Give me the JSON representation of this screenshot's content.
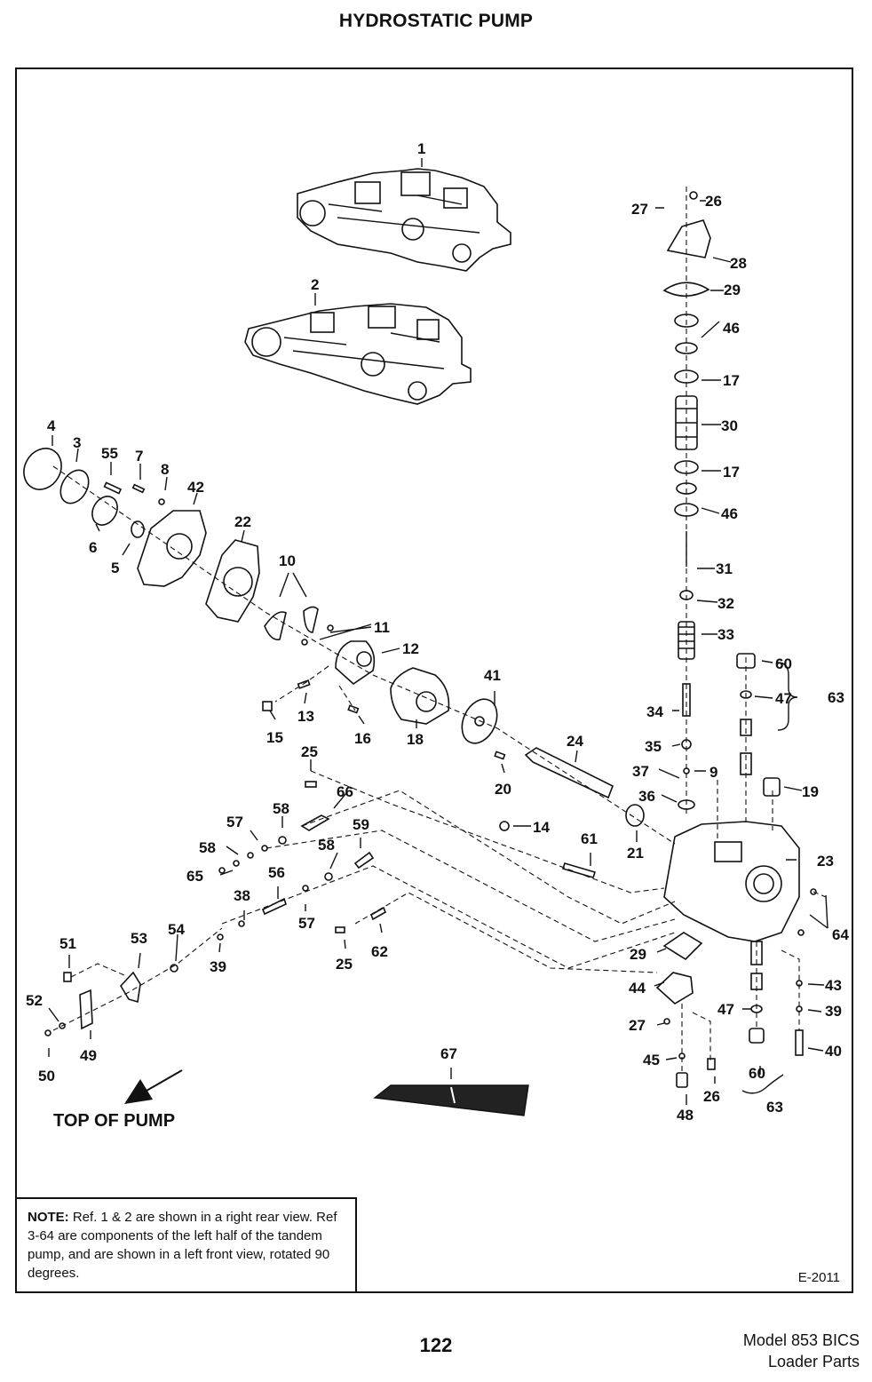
{
  "title": "HYDROSTATIC PUMP",
  "note": {
    "label": "NOTE:",
    "text": "Ref. 1 & 2 are shown in a right rear view.  Ref 3-64 are components of the left half of the tandem pump, and are shown in a left front view, rotated 90 degrees."
  },
  "drawing_code": "E-2011",
  "direction_label": "TOP OF PUMP",
  "page_number": "122",
  "footer": {
    "line1": "Model 853 BICS",
    "line2": "Loader Parts"
  },
  "callouts": {
    "c1": "1",
    "c2": "2",
    "c3": "3",
    "c4": "4",
    "c5": "5",
    "c6": "6",
    "c7": "7",
    "c8": "8",
    "c9": "9",
    "c10": "10",
    "c11": "11",
    "c12": "12",
    "c13": "13",
    "c14": "14",
    "c15": "15",
    "c16": "16",
    "c17a": "17",
    "c17b": "17",
    "c18": "18",
    "c19": "19",
    "c20": "20",
    "c21": "21",
    "c22": "22",
    "c23": "23",
    "c24": "24",
    "c25a": "25",
    "c25b": "25",
    "c26a": "26",
    "c26b": "26",
    "c27a": "27",
    "c27b": "27",
    "c28": "28",
    "c29a": "29",
    "c29b": "29",
    "c30": "30",
    "c31": "31",
    "c32": "32",
    "c33": "33",
    "c34": "34",
    "c35": "35",
    "c36": "36",
    "c37": "37",
    "c38": "38",
    "c39a": "39",
    "c39b": "39",
    "c40": "40",
    "c41": "41",
    "c42": "42",
    "c43": "43",
    "c44": "44",
    "c45": "45",
    "c46a": "46",
    "c46b": "46",
    "c47a": "47",
    "c47b": "47",
    "c48": "48",
    "c49": "49",
    "c50": "50",
    "c51": "51",
    "c52": "52",
    "c53": "53",
    "c54": "54",
    "c55": "55",
    "c56": "56",
    "c57a": "57",
    "c57b": "57",
    "c58a": "58",
    "c58b": "58",
    "c58c": "58",
    "c59": "59",
    "c60a": "60",
    "c60b": "60",
    "c61": "61",
    "c62": "62",
    "c63a": "63",
    "c63b": "63",
    "c64": "64",
    "c65": "65",
    "c66": "66",
    "c67": "67"
  }
}
